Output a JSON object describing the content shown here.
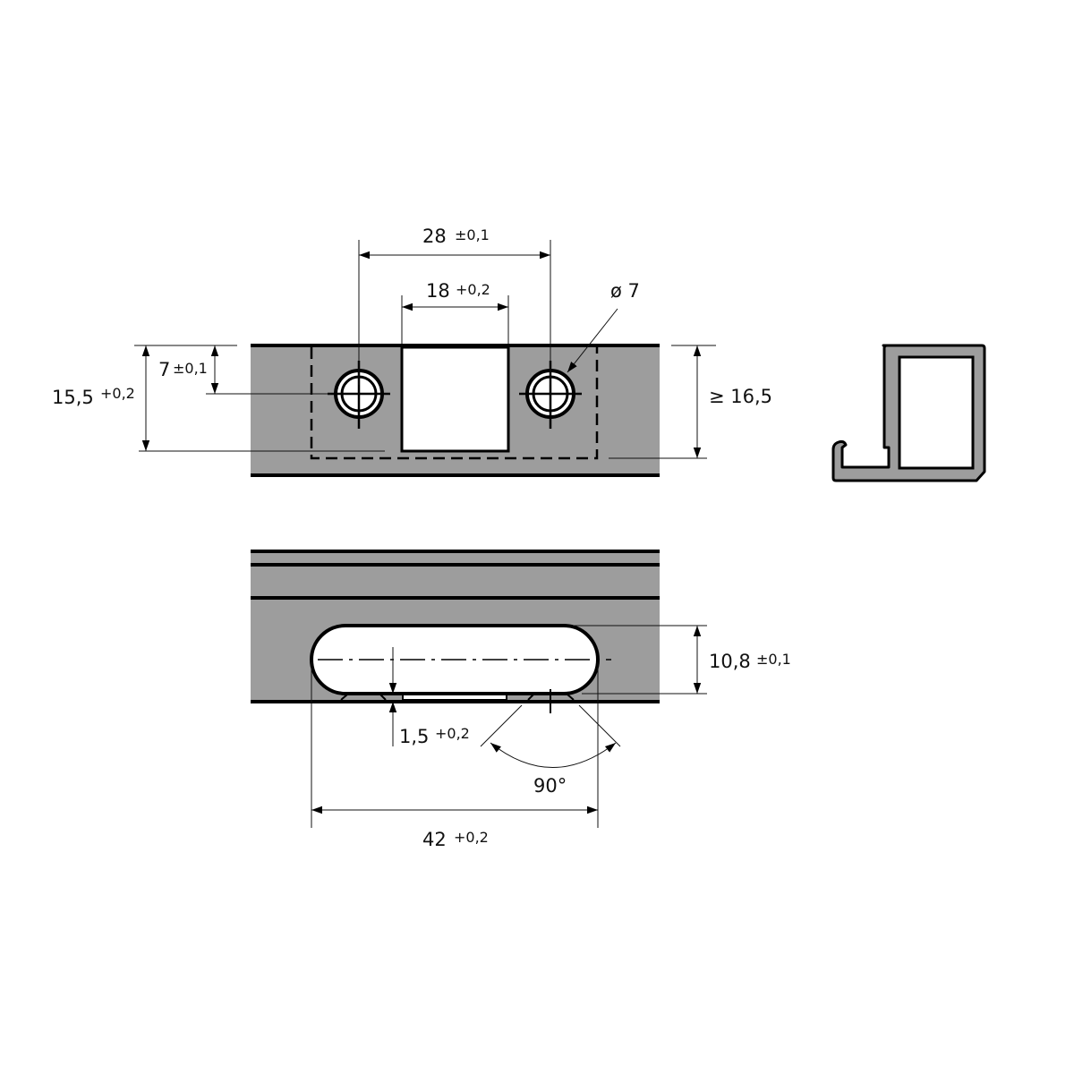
{
  "colors": {
    "material": "#9d9d9d",
    "line": "#000000",
    "background": "#ffffff"
  },
  "top_view": {
    "dim_hole_spacing": {
      "value": "28",
      "tolerance": "±0,1"
    },
    "dim_window_width": {
      "value": "18",
      "tolerance": "+0,2"
    },
    "dim_hole_diameter": {
      "value": "ø 7"
    },
    "dim_hole_offset": {
      "value": "7",
      "tolerance": "±0,1"
    },
    "dim_height": {
      "value": "15,5",
      "tolerance": "+0,2"
    },
    "dim_min_height": {
      "value": "≥ 16,5"
    }
  },
  "bottom_view": {
    "dim_slot_height": {
      "value": "10,8",
      "tolerance": "±0,1"
    },
    "dim_lip": {
      "value": "1,5",
      "tolerance": "+0,2"
    },
    "dim_angle": {
      "value": "90°"
    },
    "dim_slot_length": {
      "value": "42",
      "tolerance": "+0,2"
    }
  }
}
